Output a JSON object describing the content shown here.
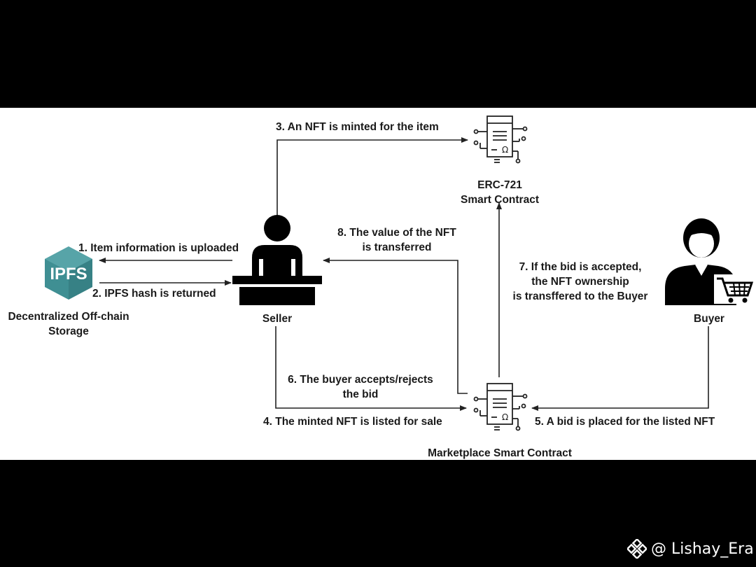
{
  "nodes": {
    "ipfs": {
      "icon_text": "IPFS",
      "label_line1": "Decentralized Off-chain",
      "label_line2": "Storage"
    },
    "seller": {
      "label": "Seller"
    },
    "buyer": {
      "label": "Buyer"
    },
    "erc721": {
      "label_line1": "ERC-721",
      "label_line2": "Smart Contract"
    },
    "marketplace": {
      "label": "Marketplace Smart Contract"
    }
  },
  "steps": {
    "s1": "1. Item information is uploaded",
    "s2": "2. IPFS hash is returned",
    "s3": "3. An NFT is minted for the item",
    "s4": "4. The minted NFT is listed for sale",
    "s5": "5. A bid is placed for the listed NFT",
    "s6_line1": "6. The buyer accepts/rejects",
    "s6_line2": "the bid",
    "s7_line1": "7. If the bid is accepted,",
    "s7_line2": "the NFT ownership",
    "s7_line3": "is transffered to the Buyer",
    "s8_line1": "8. The value of the NFT",
    "s8_line2": "is transferred"
  },
  "colors": {
    "ipfs_hex": "#3f8f93",
    "ipfs_hex_light": "#6cb7b9",
    "line": "#222222",
    "background": "#ffffff",
    "frame": "#000000"
  },
  "watermark": {
    "icon": "binance-diamond-icon",
    "text": "@ Lishay_Era"
  }
}
